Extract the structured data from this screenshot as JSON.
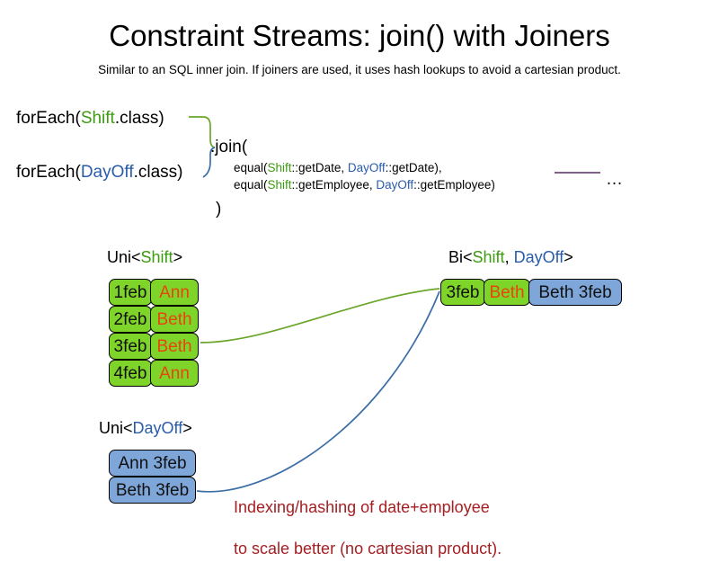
{
  "slide": {
    "title": "Constraint Streams: join() with Joiners",
    "subtitle": "Similar to an SQL inner join. If joiners are used, it uses hash lookups to avoid a cartesian product.",
    "background_color": "#ffffff"
  },
  "colors": {
    "shift_green": "#3c9b0f",
    "dayoff_blue": "#2a5caa",
    "box_green_fill": "#7fd42a",
    "box_blue_fill": "#7ea6d9",
    "name_orange": "#e8450e",
    "note_red": "#a41e22",
    "wire_green": "#6aa62a",
    "wire_blue": "#3a6ea5",
    "wire_purple": "#6b4a7a",
    "box_border": "#000000"
  },
  "code": {
    "foreach_shift": {
      "prefix": "forEach(",
      "type": "Shift",
      "suffix": ".class)"
    },
    "foreach_dayoff": {
      "prefix": "forEach(",
      "type": "DayOff",
      "suffix": ".class)"
    },
    "join_open": ".join(",
    "join_close": ")",
    "equal_lines": [
      {
        "prefix": "equal(",
        "left_type": "Shift",
        "left_method": "::getDate, ",
        "right_type": "DayOff",
        "right_method": "::getDate),"
      },
      {
        "prefix": "equal(",
        "left_type": "Shift",
        "left_method": "::getEmployee, ",
        "right_type": "DayOff",
        "right_method": "::getEmployee)"
      }
    ],
    "ellipsis": "…"
  },
  "streams": {
    "uni_shift": {
      "label": {
        "prefix": "Uni<",
        "type": "Shift",
        "suffix": ">"
      },
      "rows": [
        {
          "date": "1feb",
          "employee": "Ann"
        },
        {
          "date": "2feb",
          "employee": "Beth"
        },
        {
          "date": "3feb",
          "employee": "Beth"
        },
        {
          "date": "4feb",
          "employee": "Ann"
        }
      ]
    },
    "uni_dayoff": {
      "label": {
        "prefix": "Uni<",
        "type": "DayOff",
        "suffix": ">"
      },
      "rows": [
        {
          "value": "Ann 3feb"
        },
        {
          "value": "Beth 3feb"
        }
      ]
    },
    "bi": {
      "label": {
        "prefix": "Bi<",
        "type_a": "Shift",
        "separator": ", ",
        "type_b": "DayOff",
        "suffix": ">"
      },
      "row": {
        "date": "3feb",
        "employee": "Beth",
        "pair": "Beth 3feb"
      }
    }
  },
  "note": {
    "line1": "Indexing/hashing of date+employee",
    "line2": "to scale better (no cartesian product)."
  }
}
